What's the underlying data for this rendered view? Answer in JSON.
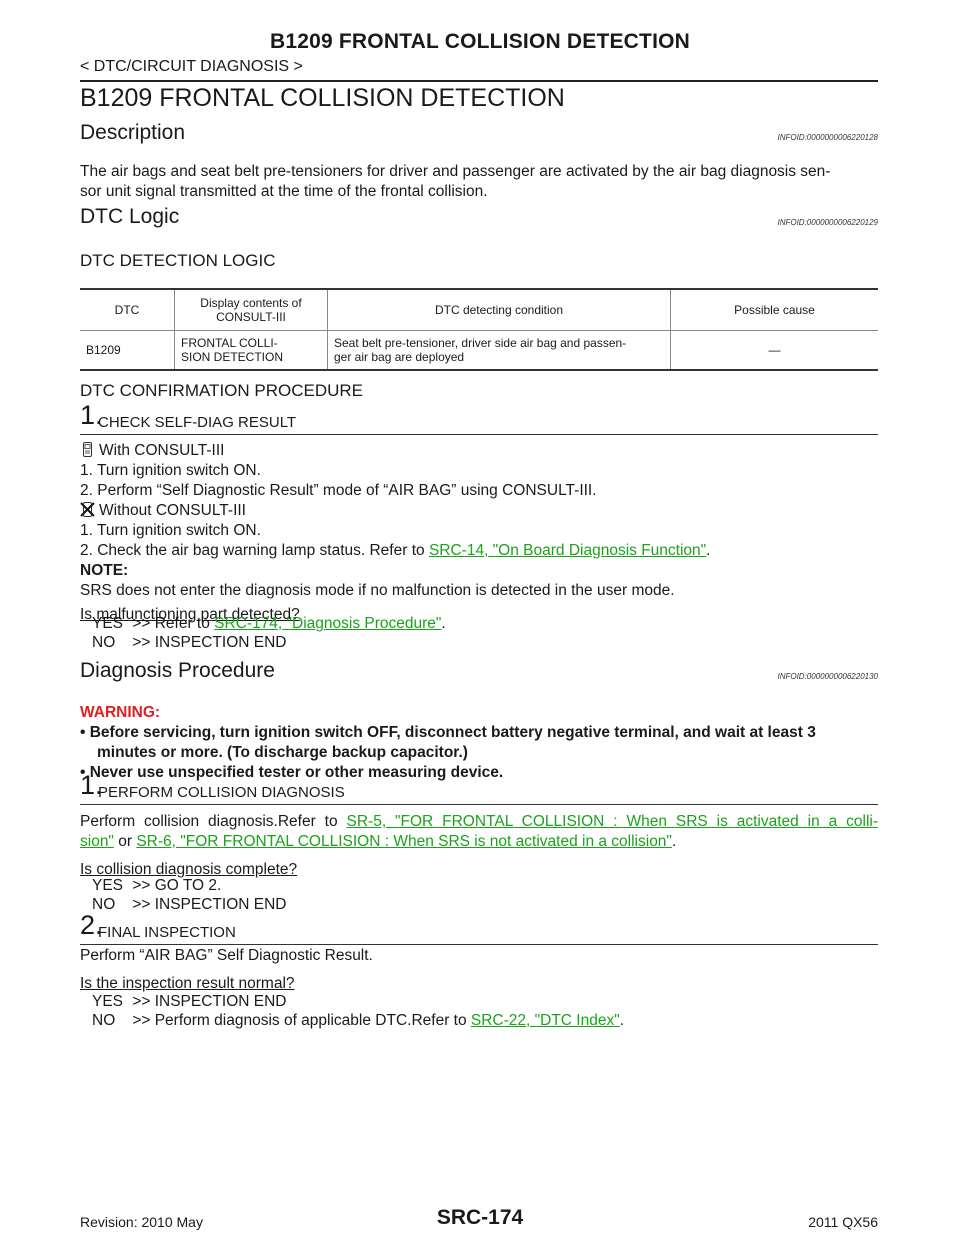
{
  "header": {
    "title": "B1209 FRONTAL COLLISION DETECTION",
    "breadcrumb": "< DTC/CIRCUIT DIAGNOSIS >"
  },
  "main_title": "B1209 FRONTAL COLLISION DETECTION",
  "description": {
    "heading": "Description",
    "infoid": "INFOID:0000000006220128",
    "text_line1": "The air bags and seat belt pre-tensioners for driver and passenger are activated by the air bag diagnosis sen-",
    "text_line2": "sor unit signal transmitted at the time of the frontal collision."
  },
  "dtc_logic": {
    "heading": "DTC Logic",
    "infoid": "INFOID:0000000006220129",
    "detection_logic_label": "DTC DETECTION LOGIC",
    "table": {
      "headers": [
        "DTC",
        "Display contents of CONSULT-III",
        "DTC detecting condition",
        "Possible cause"
      ],
      "row": {
        "dtc": "B1209",
        "display_line1": "FRONTAL COLLI-",
        "display_line2": "SION DETECTION",
        "condition_line1": "Seat belt pre-tensioner, driver side air bag and passen-",
        "condition_line2": "ger air bag are deployed",
        "cause": "—"
      }
    },
    "confirmation_label": "DTC CONFIRMATION PROCEDURE",
    "step1": {
      "num": "1.",
      "label": "CHECK SELF-DIAG RESULT",
      "with_consult": "With CONSULT-III",
      "with_steps": [
        "1.   Turn ignition switch ON.",
        "2.   Perform “Self Diagnostic Result” mode of “AIR BAG” using CONSULT-III."
      ],
      "without_consult": "Without CONSULT-III",
      "without_step1": "1.   Turn ignition switch ON.",
      "without_step2_pre": "2.   Check the air bag warning lamp status. Refer to ",
      "without_step2_link": "SRC-14, \"On Board Diagnosis Function\"",
      "without_step2_post": ".",
      "note_label": "NOTE:",
      "note_text": "SRS does not enter the diagnosis mode if no malfunction is detected in the user mode.",
      "question": "Is malfunctioning part detected?",
      "yes_key": "YES",
      "yes_pre": ">> Refer to ",
      "yes_link": "SRC-174, \"Diagnosis Procedure\"",
      "yes_post": ".",
      "no_key": "NO",
      "no_text": ">> INSPECTION END"
    }
  },
  "diagnosis": {
    "heading": "Diagnosis Procedure",
    "infoid": "INFOID:0000000006220130",
    "warning_label": "WARNING:",
    "warning_1a": "•  Before servicing, turn ignition switch OFF, disconnect battery negative terminal, and wait at least 3",
    "warning_1b": "minutes or more. (To discharge backup capacitor.)",
    "warning_2": "•  Never use unspecified tester or other measuring device.",
    "step1": {
      "num": "1.",
      "label": "PERFORM COLLISION DIAGNOSIS",
      "text_pre": "Perform collision diagnosis.Refer to ",
      "link1a": "SR-5, \"FOR FRONTAL COLLISION : When SRS is activated in a colli-",
      "link1b": "sion\"",
      "text_or": " or ",
      "link2": "SR-6, \"FOR FRONTAL COLLISION : When SRS is not activated in a collision\"",
      "text_post": ".",
      "question": "Is collision diagnosis complete?",
      "yes_key": "YES",
      "yes_text": ">> GO TO 2.",
      "no_key": "NO",
      "no_text": ">> INSPECTION END"
    },
    "step2": {
      "num": "2.",
      "label": "FINAL INSPECTION",
      "text": "Perform “AIR BAG” Self Diagnostic Result.",
      "question": "Is the inspection result normal?",
      "yes_key": "YES",
      "yes_text": ">> INSPECTION END",
      "no_key": "NO",
      "no_pre": ">> Perform diagnosis of applicable DTC.Refer to ",
      "no_link": "SRC-22, \"DTC  Index\"",
      "no_post": "."
    }
  },
  "footer": {
    "revision": "Revision: 2010 May",
    "page": "SRC-174",
    "model": "2011 QX56"
  },
  "icons": {
    "with": "consult-tool-icon",
    "without": "no-consult-icon"
  }
}
